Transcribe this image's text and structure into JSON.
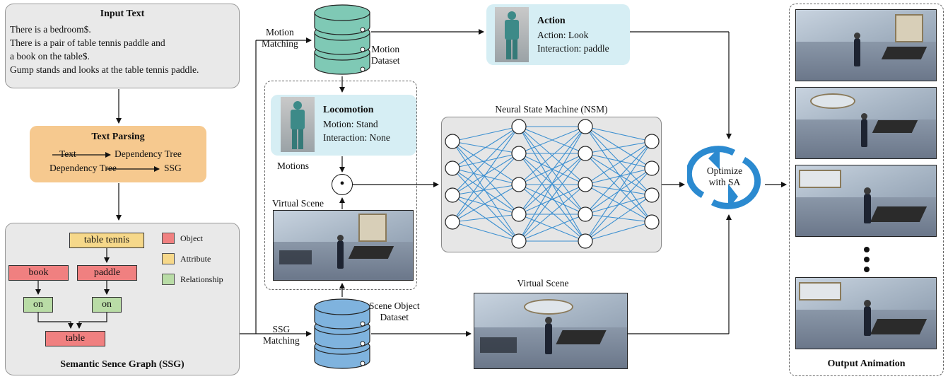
{
  "input_text": {
    "title": "Input Text",
    "lines": [
      "There is a bedroom$.",
      "There is a pair of table tennis paddle and",
      "a book on the table$.",
      "Gump stands and looks at the table tennis paddle."
    ]
  },
  "text_parsing": {
    "title": "Text Parsing",
    "row1_from": "Text",
    "row1_to": "Dependency Tree",
    "row2_from": "Dependency Tree",
    "row2_to": "SSG"
  },
  "ssg": {
    "title": "Semantic Sence Graph (SSG)",
    "nodes": {
      "table_tennis": "table tennis",
      "book": "book",
      "paddle": "paddle",
      "on1": "on",
      "on2": "on",
      "table": "table"
    },
    "legend": [
      "Object",
      "Attribute",
      "Relationship"
    ]
  },
  "labels": {
    "motion_matching": "Motion\nMatching",
    "motion_dataset": "Motion\nDataset",
    "motions": "Motions",
    "virtual_scene_left": "Virtual Scene",
    "virtual_scene_right": "Virtual Scene",
    "scene_object_dataset": "Scene Object\nDataset",
    "ssg_matching": "SSG\nMatching",
    "nsm": "Neural State Machine (NSM)",
    "optimize": "Optimize\nwith SA",
    "output_animation": "Output Animation",
    "dot_operator": "•"
  },
  "action": {
    "title": "Action",
    "motion": "Action: Look",
    "interaction": "Interaction: paddle"
  },
  "locomotion": {
    "title": "Locomotion",
    "motion": "Motion: Stand",
    "interaction": "Interaction: None"
  },
  "colors": {
    "panel_gray": "#e9e9e9",
    "parsing_orange": "#f6c98f",
    "info_blue": "#d6eef4",
    "object_red": "#f08080",
    "attribute_yellow": "#f6d88a",
    "relationship_green": "#b9dca6",
    "db_teal": "#7fc9b5",
    "db_blue": "#7fb3de",
    "network_line": "#3b8fd0",
    "sa_arrow": "#2b8ad0"
  }
}
